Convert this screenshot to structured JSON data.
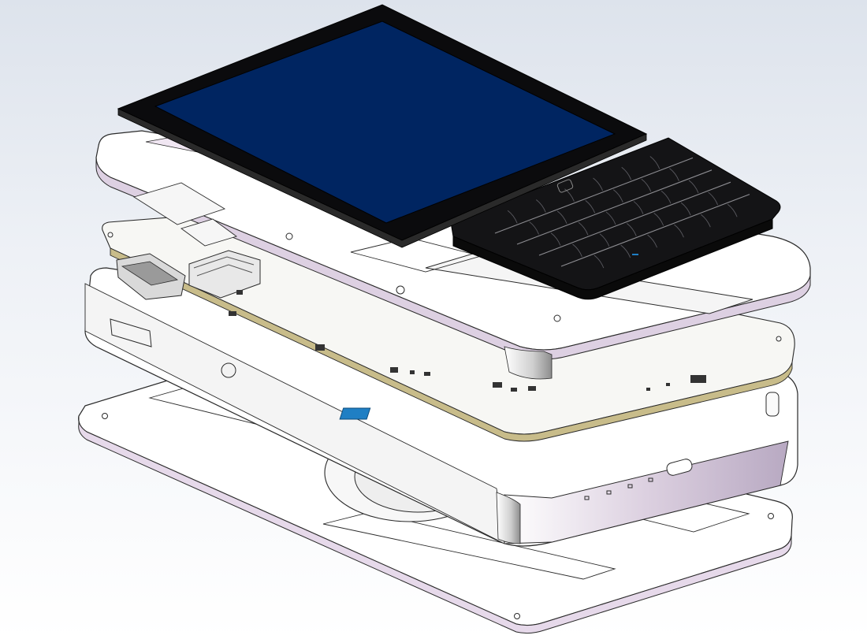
{
  "view": {
    "background_top": "#dde3ec",
    "background_bottom": "#ffffff"
  },
  "assembly": {
    "layers": [
      {
        "id": "display-module",
        "label": "",
        "color": "#0b0b0d",
        "screen_color": "#002561"
      },
      {
        "id": "keyboard-module",
        "label": "",
        "color": "#141416"
      },
      {
        "id": "top-bezel",
        "label": "",
        "color": "#ffffff",
        "edge_color": "#ddd0e2"
      },
      {
        "id": "pcb-board",
        "label": "",
        "color": "#f7f7f4",
        "edge_color": "#c8bc8a",
        "accent_color": "#1f7fc4"
      },
      {
        "id": "housing-frame",
        "label": "",
        "color": "#ffffff",
        "edge_color": "#ddd0e2"
      },
      {
        "id": "speaker",
        "label": "",
        "color": "#f2f2f2"
      },
      {
        "id": "back-plate",
        "label": "",
        "color": "#ffffff",
        "edge_color": "#e6d9ea"
      }
    ],
    "outline_color": "#2a2a2a",
    "keyboard_rows": 5,
    "key_columns": 7
  }
}
